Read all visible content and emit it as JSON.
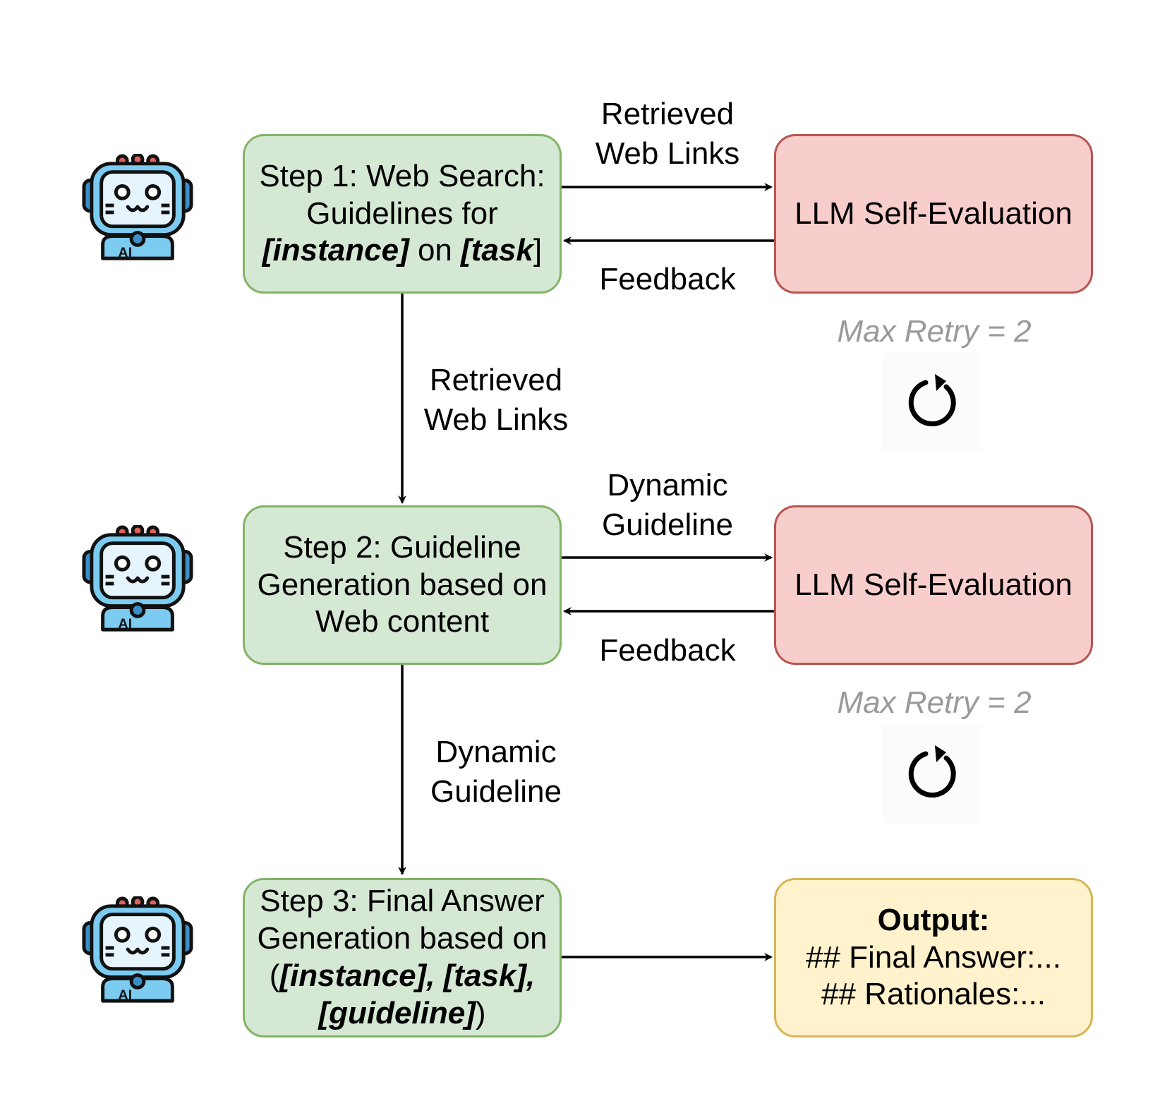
{
  "steps": {
    "step1": {
      "line1": "Step 1: Web Search:",
      "line2": "Guidelines for",
      "instance": "[instance]",
      "on": " on ",
      "task_open": "[task",
      "task_close": "]"
    },
    "step2": {
      "line1": "Step 2: Guideline",
      "line2": "Generation based on",
      "line3": "Web content"
    },
    "step3": {
      "line1": "Step 3: Final Answer",
      "line2": "Generation based on",
      "paren_open": "(",
      "instance_task": "[instance], [task],",
      "guideline": "[guideline]",
      "paren_close": ")"
    }
  },
  "evaluators": {
    "eval1": "LLM Self-Evaluation",
    "eval2": "LLM Self-Evaluation"
  },
  "output": {
    "title": "Output:",
    "line1": "## Final Answer:...",
    "line2": "## Rationales:..."
  },
  "labels": {
    "h1_top_1": "Retrieved",
    "h1_top_2": "Web Links",
    "h1_bottom": "Feedback",
    "v1_1": "Retrieved",
    "v1_2": "Web Links",
    "h2_top_1": "Dynamic",
    "h2_top_2": "Guideline",
    "h2_bottom": "Feedback",
    "v2_1": "Dynamic",
    "v2_2": "Guideline"
  },
  "retry": {
    "r1": "Max Retry = 2",
    "r2": "Max Retry = 2"
  },
  "robot_badge": "AI",
  "colors": {
    "step_fill": "#d5e8d4",
    "step_border": "#82b366",
    "eval_fill": "#f8cecc",
    "eval_border": "#b85450",
    "output_fill": "#fff2cc",
    "output_border": "#d6b656",
    "retry_text": "#9a9a9a",
    "robot_body": "#7ccbf0",
    "robot_dark": "#3b8fc9",
    "robot_red": "#e0605a"
  },
  "icons": [
    "robot-icon",
    "refresh-loop-icon",
    "arrow-right-icon",
    "arrow-left-icon",
    "arrow-down-icon"
  ]
}
